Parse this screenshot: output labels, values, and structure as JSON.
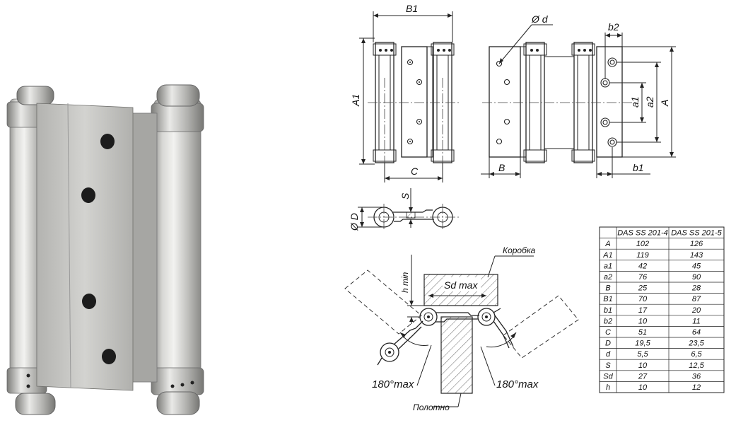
{
  "labels": {
    "B1": "B1",
    "d": "Ø d",
    "b2": "b2",
    "A1": "A1",
    "a1": "a1",
    "a2": "a2",
    "A": "A",
    "C": "C",
    "B": "B",
    "b1": "b1",
    "S": "S",
    "D": "Ø D",
    "box": "Коробка",
    "sdmax": "Sd max",
    "hmin": "h min",
    "angle_left": "180°max",
    "angle_right": "180°max",
    "panel": "Полотно"
  },
  "table": {
    "headers": [
      "",
      "DAS SS 201-4",
      "DAS SS 201-5"
    ],
    "rows": [
      [
        "A",
        "102",
        "126"
      ],
      [
        "A1",
        "119",
        "143"
      ],
      [
        "a1",
        "42",
        "45"
      ],
      [
        "a2",
        "76",
        "90"
      ],
      [
        "B",
        "25",
        "28"
      ],
      [
        "B1",
        "70",
        "87"
      ],
      [
        "b1",
        "17",
        "20"
      ],
      [
        "b2",
        "10",
        "11"
      ],
      [
        "C",
        "51",
        "64"
      ],
      [
        "D",
        "19,5",
        "23,5"
      ],
      [
        "d",
        "5,5",
        "6,5"
      ],
      [
        "S",
        "10",
        "12,5"
      ],
      [
        "Sd",
        "27",
        "36"
      ],
      [
        "h",
        "10",
        "12"
      ]
    ]
  },
  "colors": {
    "steel_light": "#e2e2e0",
    "steel_mid": "#bdbdba",
    "steel_dark": "#8a8a87",
    "line": "#222222"
  }
}
